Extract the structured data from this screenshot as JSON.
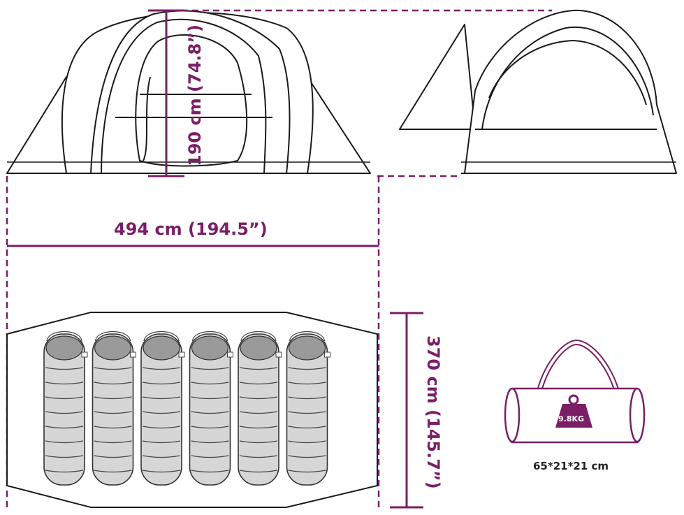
{
  "dimensions": {
    "height": "190 cm (74.8”)",
    "width": "494 cm (194.5”)",
    "depth": "370 cm (145.7”)"
  },
  "bag": {
    "weight": "9.8KG",
    "size": "65*21*21 cm"
  },
  "sleeping_bags": {
    "count": 6
  },
  "colors": {
    "dimension_line": "#7a1e66",
    "outline": "#1a1a1a",
    "fill": "#ffffff",
    "sleeping_bag": "#d6d6d6",
    "hood": "#9a9a9a"
  }
}
